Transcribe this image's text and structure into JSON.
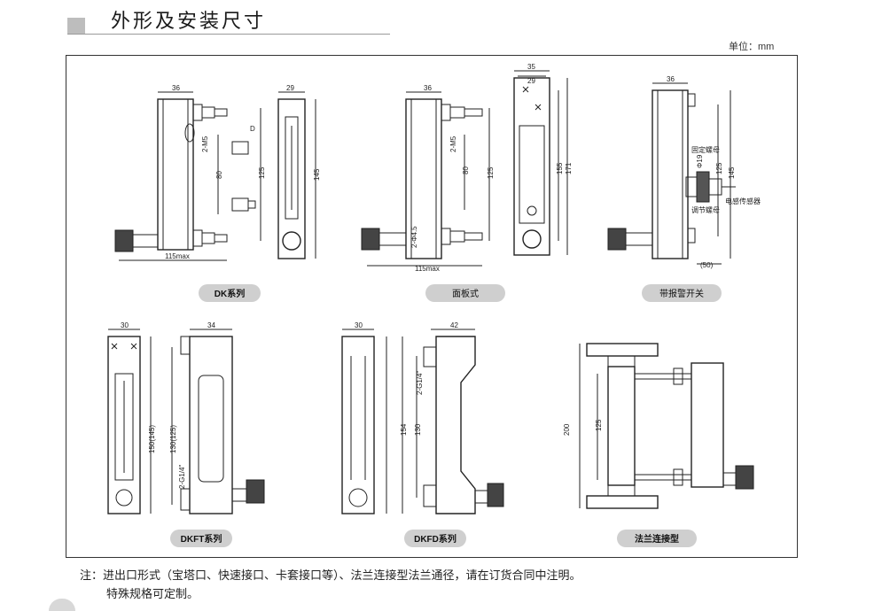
{
  "header": {
    "title": "外形及安装尺寸",
    "unit": "单位：mm"
  },
  "figures": [
    {
      "caption": "DK系列",
      "dims": [
        "36",
        "29",
        "2-M5",
        "D",
        "80",
        "125",
        "145",
        "115max"
      ]
    },
    {
      "caption": "面板式",
      "dims": [
        "36",
        "35",
        "29",
        "2-M5",
        "80",
        "125",
        "155",
        "171",
        "2-Φ4.5",
        "115max"
      ]
    },
    {
      "caption": "带报警开关",
      "dims": [
        "36",
        "125",
        "145",
        "(50)",
        "Φ19"
      ],
      "callouts": [
        "固定螺母",
        "调节螺母",
        "电感传感器"
      ]
    },
    {
      "caption": "DKFT系列",
      "dims": [
        "30",
        "34",
        "150(145)",
        "130(125)",
        "2-G1/4\""
      ]
    },
    {
      "caption": "DKFD系列",
      "dims": [
        "30",
        "42",
        "2-G1/4\"",
        "154",
        "130"
      ]
    },
    {
      "caption": "法兰连接型",
      "dims": [
        "200",
        "125"
      ]
    }
  ],
  "note": {
    "line1": "注：进出口形式（宝塔口、快速接口、卡套接口等）、法兰连接型法兰通径，请在订货合同中注明。",
    "line2": "特殊规格可定制。"
  }
}
